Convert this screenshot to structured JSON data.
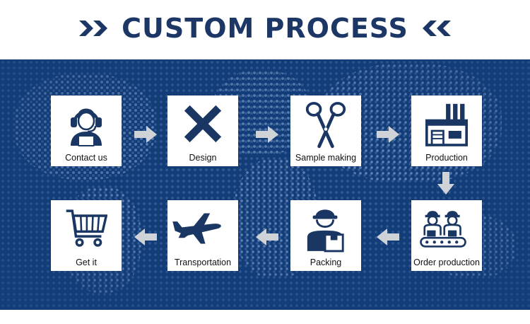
{
  "title": "CUSTOM PROCESS",
  "colors": {
    "navy": "#123d79",
    "title": "#1c3666",
    "icon": "#1a3663",
    "arrow": "#cfd3d8"
  },
  "steps": [
    {
      "label": "Contact us",
      "icon": "headset-agent-icon"
    },
    {
      "label": "Design",
      "icon": "cross-icon"
    },
    {
      "label": "Sample making",
      "icon": "scissors-icon"
    },
    {
      "label": "Production",
      "icon": "factory-icon"
    },
    {
      "label": "Order production",
      "icon": "workers-icon"
    },
    {
      "label": "Packing",
      "icon": "delivery-worker-icon"
    },
    {
      "label": "Transportation",
      "icon": "airplane-icon"
    },
    {
      "label": "Get it",
      "icon": "shopping-cart-icon"
    }
  ]
}
